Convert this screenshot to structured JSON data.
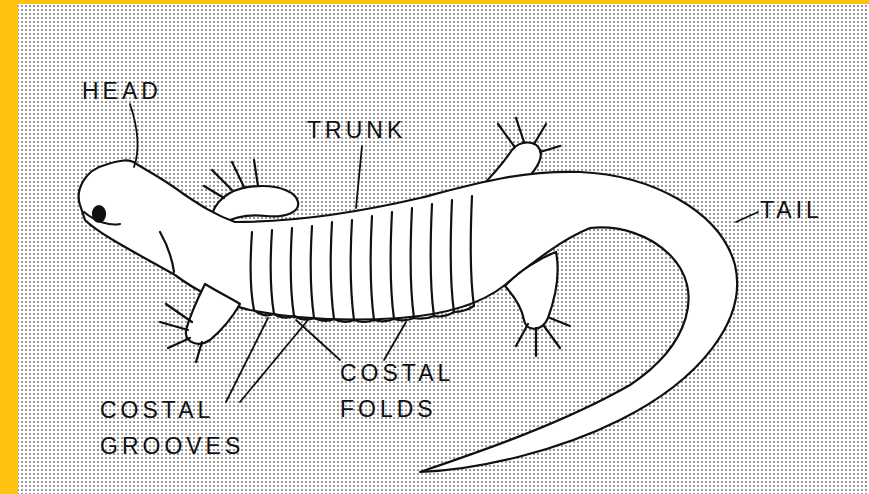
{
  "diagram": {
    "labels": [
      "HEAD",
      "TRUNK",
      "TAIL",
      "COSTAL FOLDS",
      "COSTAL GROOVES"
    ]
  }
}
